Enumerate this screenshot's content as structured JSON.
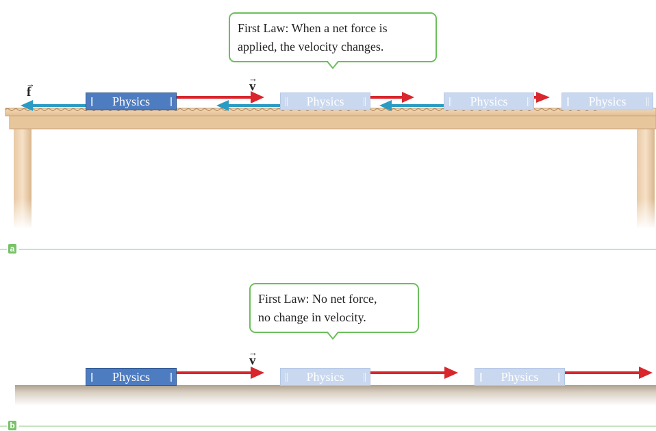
{
  "panel_a": {
    "label": "a",
    "callout": [
      "First Law: When a net force is",
      "applied, the velocity changes."
    ],
    "velocity_symbol": "v",
    "friction_symbol": "f",
    "book_label": "Physics"
  },
  "panel_b": {
    "label": "b",
    "callout": [
      "First Law: No net force,",
      "no change in velocity."
    ],
    "velocity_symbol": "v",
    "book_label": "Physics"
  },
  "colors": {
    "velocity_arrow": "#d8262c",
    "friction_arrow": "#2a9cc4",
    "book_solid": "#4e7cc0",
    "book_ghost": "#c9d8ef",
    "callout_border": "#6bbf5a",
    "panel_label": "#79c26a",
    "table_top": "#e9c9a0",
    "floor": "#b8aa98"
  }
}
